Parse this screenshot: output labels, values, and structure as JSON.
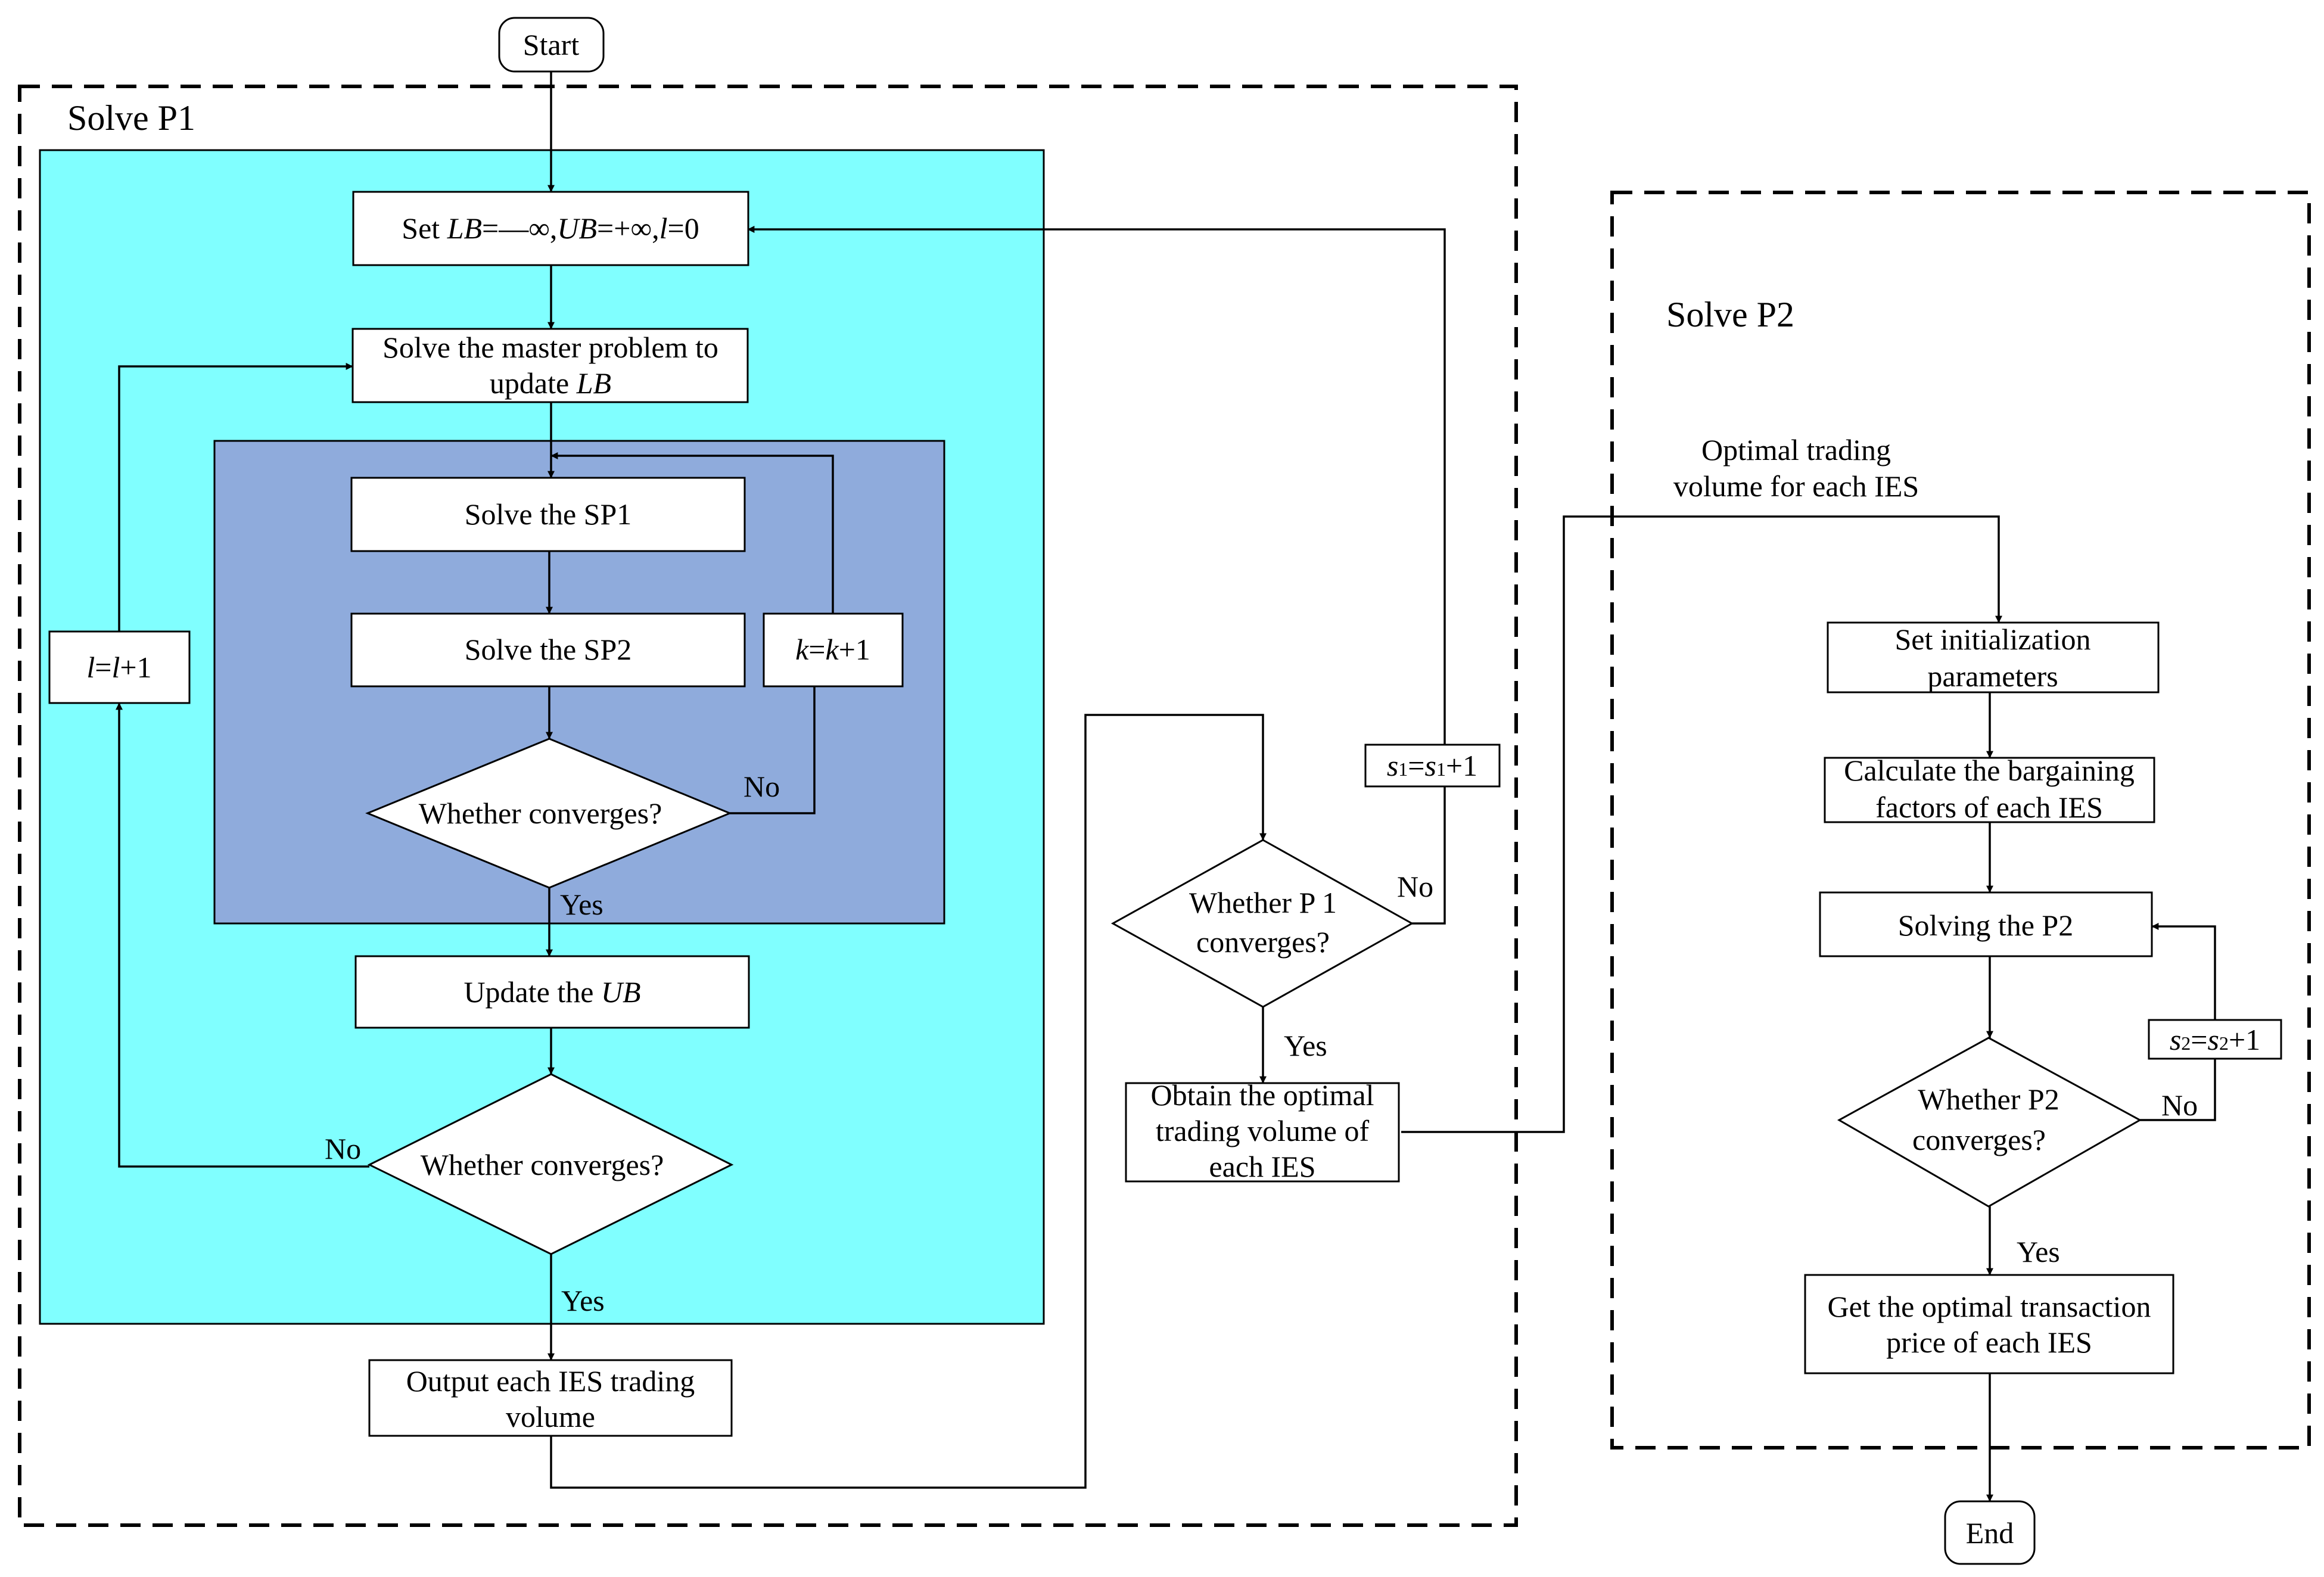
{
  "colors": {
    "outer_region": "#80FFFF",
    "inner_region": "#8FABDC",
    "line": "#000000",
    "box": "#FFFFFF"
  },
  "groups": {
    "p1": "Solve P1",
    "p2": "Solve P2"
  },
  "terminals": {
    "start": "Start",
    "end": "End"
  },
  "steps": {
    "set_bounds": {
      "pre": "Set ",
      "lb": "LB",
      "lb_val": "=—∞,",
      "ub": "UB",
      "ub_val": "=+∞,",
      "l": "l",
      "l_val": "=0"
    },
    "master": {
      "line1": "Solve the master problem to",
      "line2_pre": "update ",
      "line2_var": "LB"
    },
    "sp1": "Solve the SP1",
    "sp2": "Solve the SP2",
    "k_inc": {
      "k": "k",
      "eq": "=",
      "k2": "k",
      "tail": "+1"
    },
    "l_inc": {
      "l": "l",
      "eq": "=",
      "l2": "l",
      "tail": "+1"
    },
    "converge_inner": "Whether converges?",
    "update_ub": {
      "pre": "Update the ",
      "var": "UB"
    },
    "converge_outer": "Whether converges?",
    "output": {
      "line1": "Output each IES trading",
      "line2": "volume"
    },
    "s1_inc": {
      "s": "s",
      "sub": "1",
      "eq": "=",
      "tail": "+1"
    },
    "p1_converge": {
      "line1": "Whether P 1",
      "line2": "converges?"
    },
    "obtain": {
      "line1": "Obtain the optimal",
      "line2": "trading volume of",
      "line3": "each IES"
    },
    "trading_label": {
      "line1": "Optimal trading",
      "line2": "volume for each IES"
    },
    "set_init": {
      "line1": "Set initialization",
      "line2": "parameters"
    },
    "bargain": {
      "line1": "Calculate the bargaining",
      "line2": "factors of each IES"
    },
    "solve_p2": "Solving the P2",
    "s2_inc": {
      "s": "s",
      "sub": "2",
      "eq": "=",
      "tail": "+1"
    },
    "p2_converge": {
      "line1": "Whether P2",
      "line2": "converges?"
    },
    "get_price": {
      "line1": "Get the optimal transaction",
      "line2": "price of each IES"
    }
  },
  "edge_labels": {
    "inner_no": "No",
    "inner_yes": "Yes",
    "outer_no": "No",
    "outer_yes": "Yes",
    "p1_no": "No",
    "p1_yes": "Yes",
    "p2_no": "No",
    "p2_yes": "Yes"
  }
}
